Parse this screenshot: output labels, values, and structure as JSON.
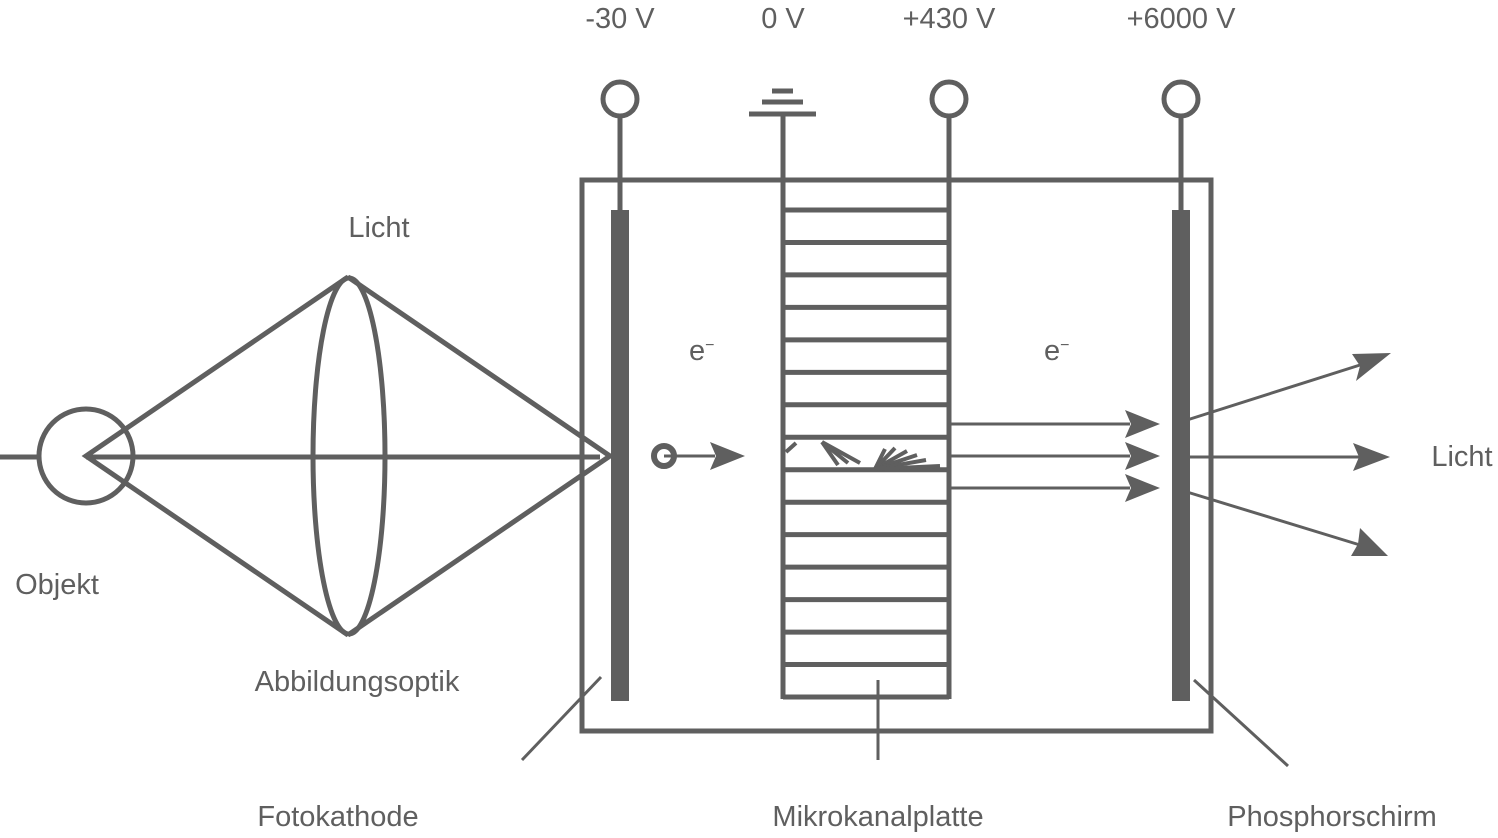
{
  "colors": {
    "stroke": "#5f5f5f",
    "background": "#ffffff"
  },
  "voltages": [
    "-30 V",
    "0 V",
    "+430 V",
    "+6000 V"
  ],
  "labels": {
    "light_in": "Licht",
    "light_out": "Licht",
    "object": "Objekt",
    "optics": "Abbildungsoptik",
    "electron_1": "e",
    "electron_2": "e",
    "electron_superscript": "−",
    "photocathode": "Fotokathode",
    "mcp": "Mikrokanalplatte",
    "phosphor": "Phosphorschirm"
  }
}
